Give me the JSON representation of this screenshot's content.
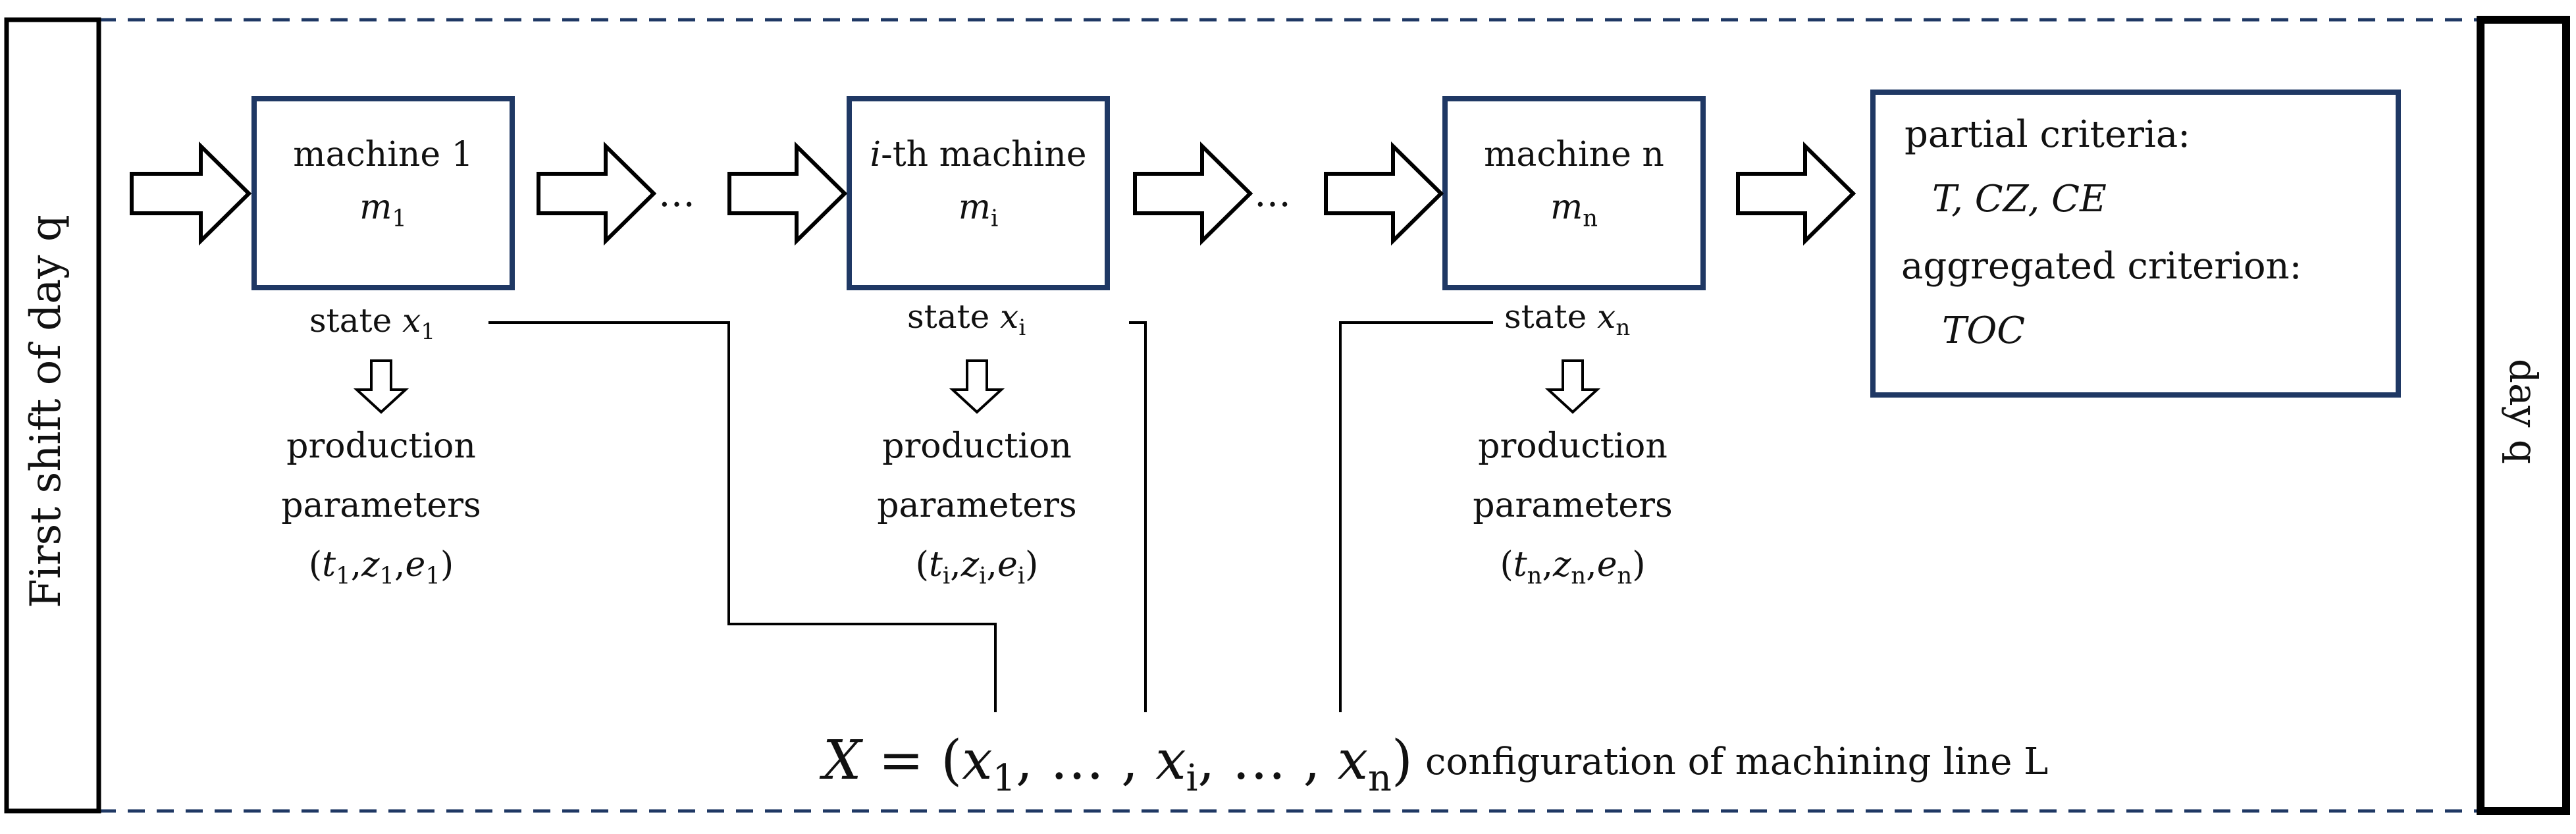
{
  "left_side_label": "First shift of day q",
  "right_side_label": "day q",
  "machines": [
    {
      "title": "machine 1",
      "symbol": "m",
      "symbol_sub": "1",
      "state_word": "state",
      "state_symbol": "x",
      "state_sub": "1",
      "params_line1": "production",
      "params_line2": "parameters",
      "params_tuple": [
        "t",
        "1",
        "z",
        "1",
        "e",
        "1"
      ]
    },
    {
      "title_prefix": "i",
      "title": "-th machine",
      "symbol": "m",
      "symbol_sub": "i",
      "state_word": "state",
      "state_symbol": "x",
      "state_sub": "i",
      "params_line1": "production",
      "params_line2": "parameters",
      "params_tuple": [
        "t",
        "i",
        "z",
        "i",
        "e",
        "i"
      ]
    },
    {
      "title": "machine n",
      "symbol": "m",
      "symbol_sub": "n",
      "state_word": "state",
      "state_symbol": "x",
      "state_sub": "n",
      "params_line1": "production",
      "params_line2": "parameters",
      "params_tuple": [
        "t",
        "n",
        "z",
        "n",
        "e",
        "n"
      ]
    }
  ],
  "ellipsis": "…",
  "criteria": {
    "partial_label": "partial criteria:",
    "partial_values": "T, CZ, CE",
    "aggregated_label": "aggregated criterion:",
    "aggregated_value": "TOC"
  },
  "configuration": {
    "formula_lhs": "X",
    "formula_items": [
      "x",
      "1",
      "…",
      "x",
      "i",
      "…",
      "x",
      "n"
    ],
    "description": "configuration of machining line L"
  },
  "colors": {
    "box_border": "#1f3864",
    "dashed_border": "#1f3864",
    "line": "#000000"
  }
}
